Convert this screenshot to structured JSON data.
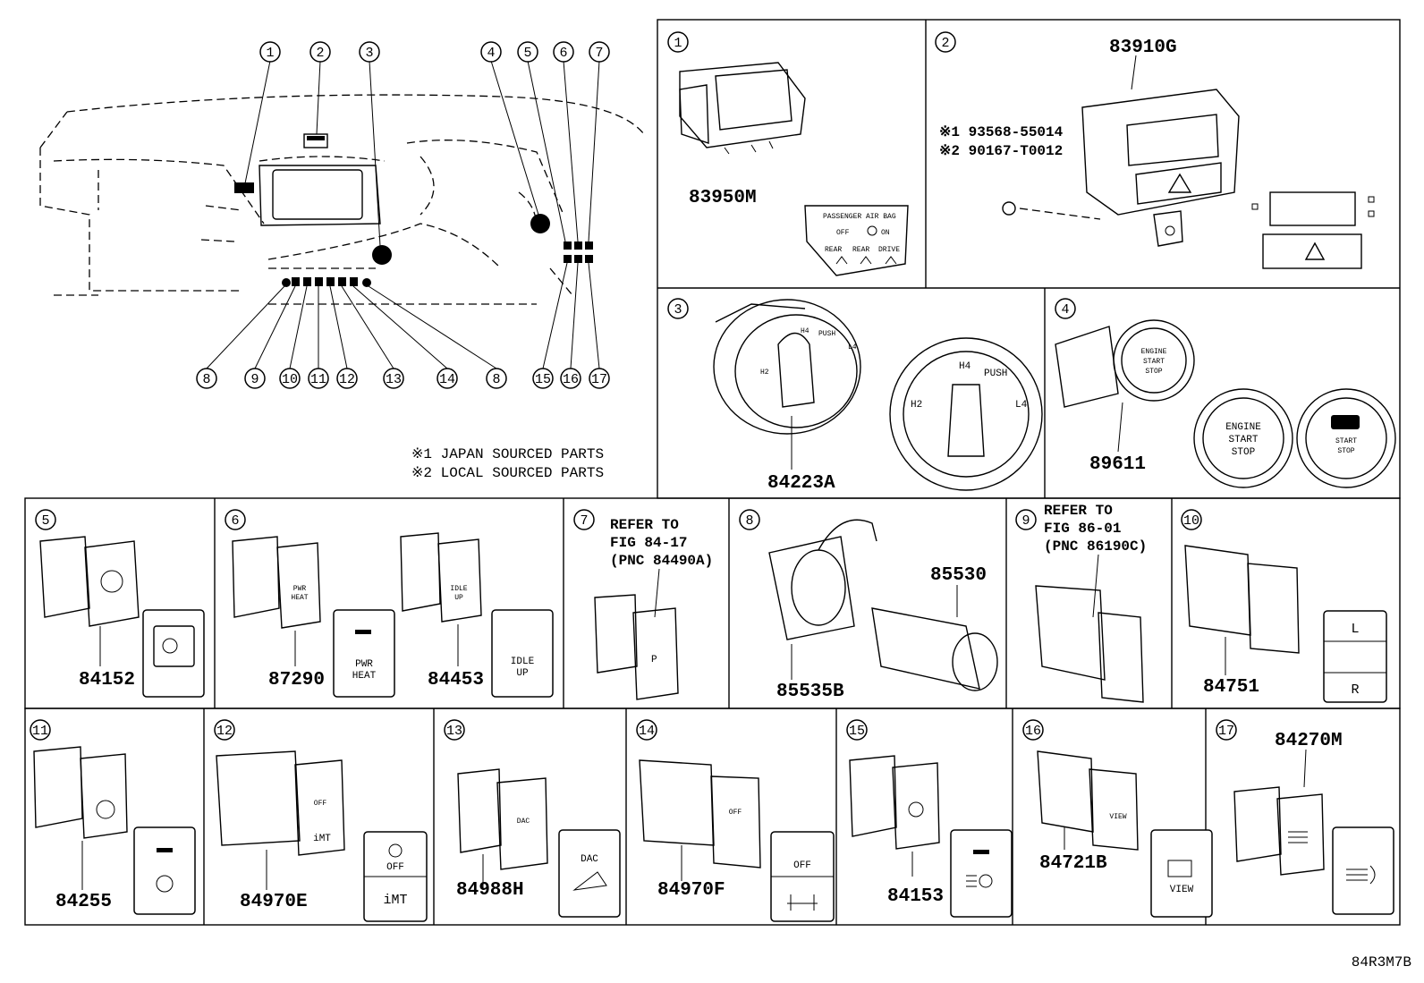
{
  "overview": {
    "callouts_top": [
      "1",
      "2",
      "3",
      "4",
      "5",
      "6",
      "7"
    ],
    "callouts_bottom": [
      "8",
      "9",
      "10",
      "11",
      "12",
      "13",
      "14",
      "8",
      "15",
      "16",
      "17"
    ],
    "notes": [
      "※1 JAPAN SOURCED PARTS",
      "※2 LOCAL SOURCED PARTS"
    ]
  },
  "panels": {
    "p1": {
      "num": "1",
      "part": "83950M",
      "label_title": "PASSENGER AIR BAG",
      "label_off": "OFF",
      "label_on": "ON",
      "label_a": "REAR",
      "label_b": "REAR",
      "label_c": "DRIVE"
    },
    "p2": {
      "num": "2",
      "part": "83910G",
      "ref1": "※1 93568-55014",
      "ref2": "※2 90167-T0012"
    },
    "p3": {
      "num": "3",
      "part": "84223A",
      "h4": "H4",
      "h2": "H2",
      "l4": "L4",
      "push": "PUSH"
    },
    "p4": {
      "num": "4",
      "part": "89611",
      "btn_line1": "ENGINE",
      "btn_line2": "START",
      "btn_line3": "STOP",
      "gr_line1": "START",
      "gr_line2": "STOP"
    },
    "p5": {
      "num": "5",
      "part": "84152"
    },
    "p6": {
      "num": "6",
      "part_a": "87290",
      "part_b": "84453",
      "pwr1": "PWR",
      "pwr2": "HEAT",
      "idle1": "IDLE",
      "idle2": "UP"
    },
    "p7": {
      "num": "7",
      "ref1": "REFER TO",
      "ref2": "FIG 84-17",
      "ref3": "(PNC 84490A)"
    },
    "p8": {
      "num": "8",
      "part_a": "85530",
      "part_b": "85535B"
    },
    "p9": {
      "num": "9",
      "ref1": "REFER TO",
      "ref2": "FIG 86-01",
      "ref3": "(PNC 86190C)"
    },
    "p10": {
      "num": "10",
      "part": "84751",
      "l": "L",
      "r": "R"
    },
    "p11": {
      "num": "11",
      "part": "84255"
    },
    "p12": {
      "num": "12",
      "part": "84970E",
      "off": "OFF",
      "imt": "iMT"
    },
    "p13": {
      "num": "13",
      "part": "84988H",
      "dac": "DAC"
    },
    "p14": {
      "num": "14",
      "part": "84970F",
      "off": "OFF"
    },
    "p15": {
      "num": "15",
      "part": "84153"
    },
    "p16": {
      "num": "16",
      "part": "84721B",
      "view": "VIEW"
    },
    "p17": {
      "num": "17",
      "part": "84270M"
    }
  },
  "footer": {
    "code": "84R3M7B"
  }
}
